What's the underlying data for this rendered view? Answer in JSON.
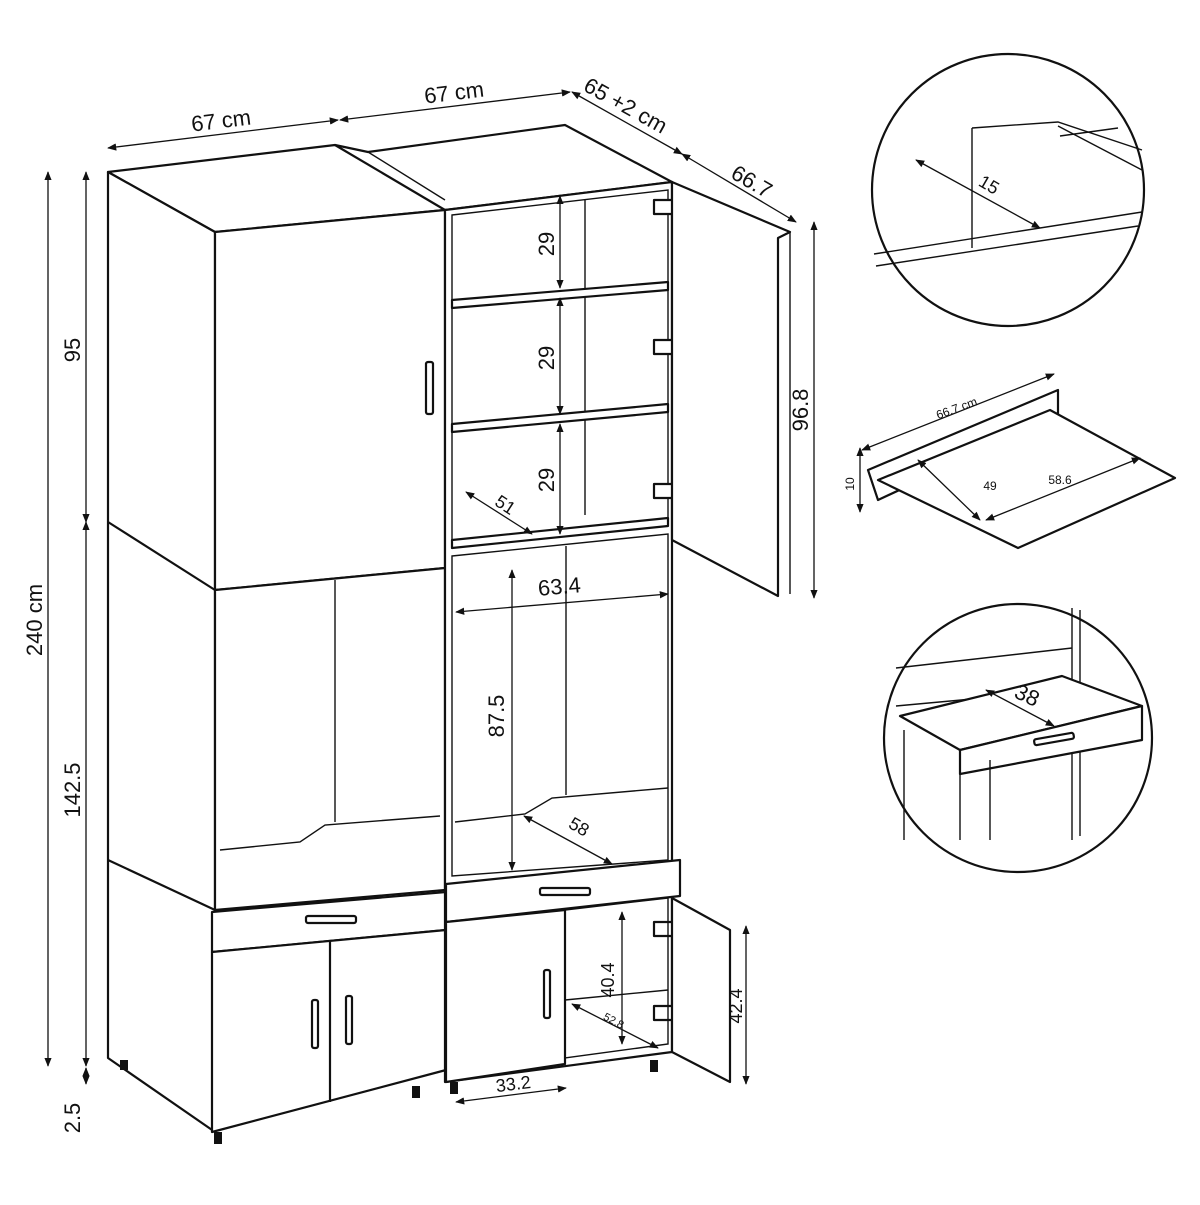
{
  "dimensions": {
    "top_width_left": "67 cm",
    "top_width_right": "67 cm",
    "depth_total": "65 +2 cm",
    "door_depth": "66.7",
    "total_height": "240 cm",
    "upper_height": "95",
    "middle_height": "142.5",
    "leg_height": "2.5",
    "door_height": "96.8",
    "shelf_gap_1": "29",
    "shelf_gap_2": "29",
    "shelf_gap_3": "29",
    "shelf_depth": "51",
    "open_width": "63.4",
    "open_height": "87.5",
    "open_depth": "58",
    "lower_inner_height": "40.4",
    "lower_door_height": "42.4",
    "lower_depth": "52.8",
    "lower_width": "33.2"
  },
  "detail_rail": {
    "value": "15"
  },
  "detail_shelf": {
    "width": "66.7 cm",
    "height": "10",
    "depth": "49",
    "span": "58.6"
  },
  "detail_drawer": {
    "value": "38"
  }
}
